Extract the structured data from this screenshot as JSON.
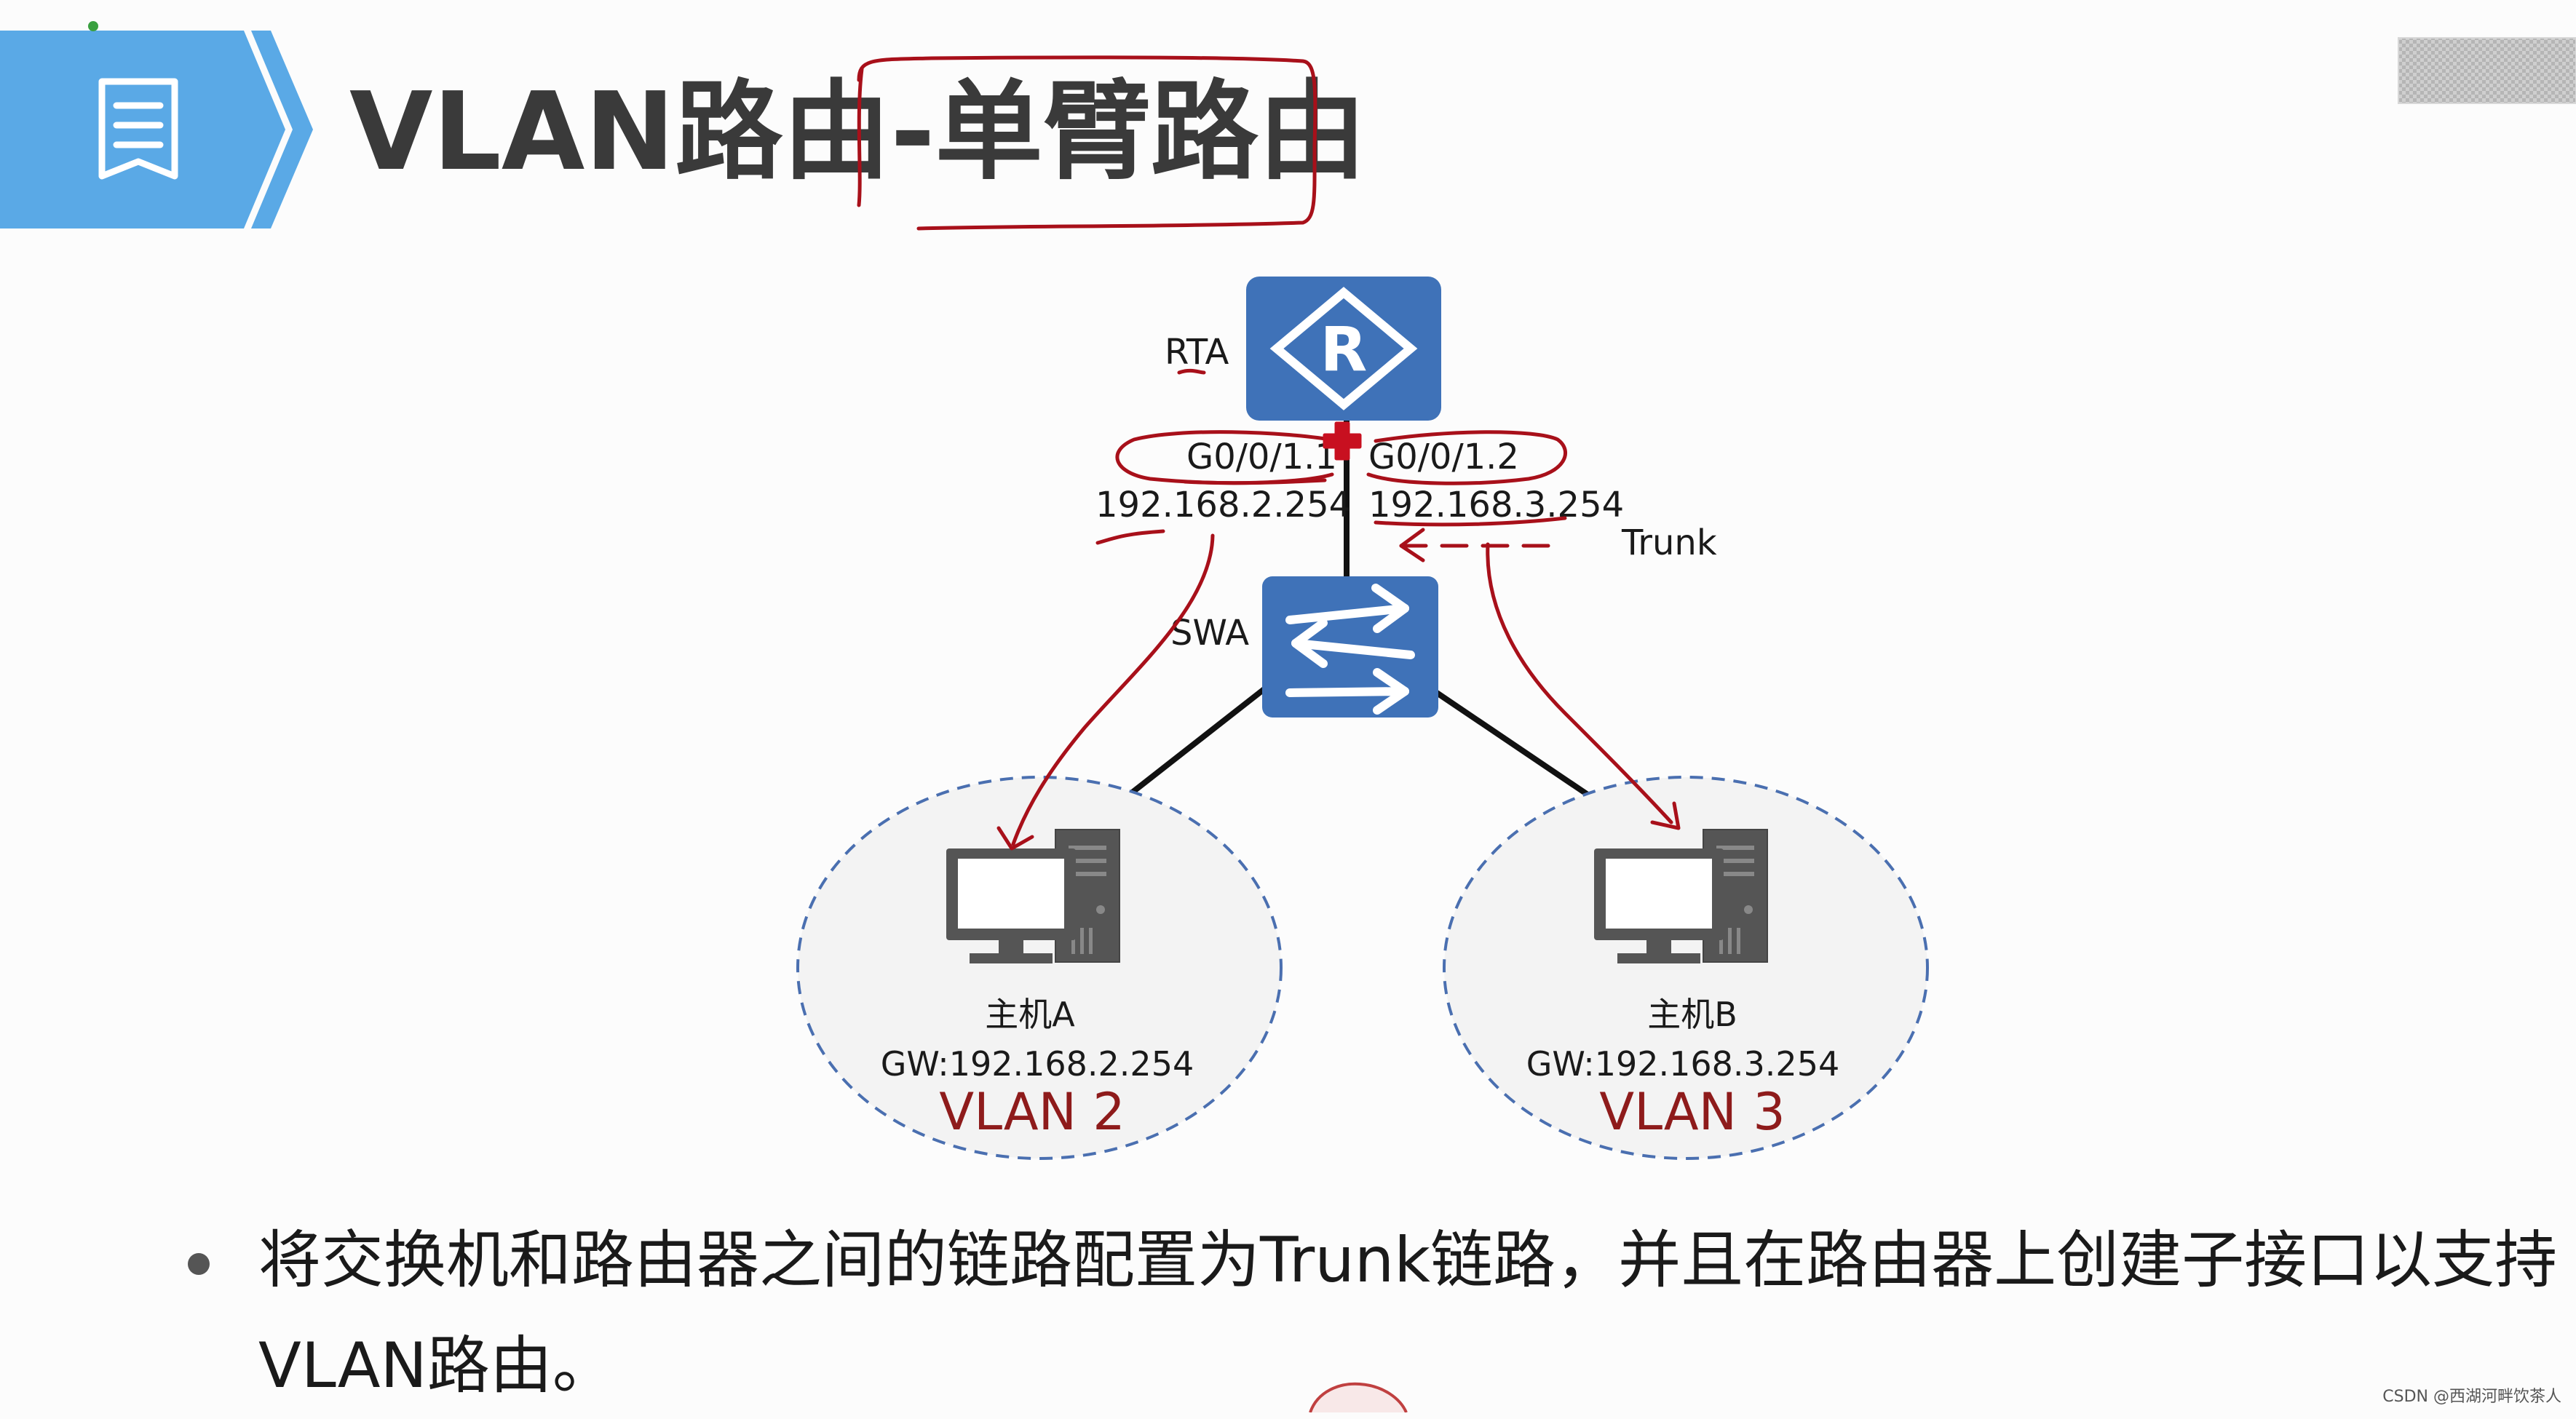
{
  "header": {
    "title_prefix": "VLAN路由",
    "title_hyphen": "-",
    "title_suffix": "单臂路由",
    "icon": "document-list-icon"
  },
  "diagram": {
    "router": {
      "label": "RTA",
      "glyph": "R"
    },
    "switch": {
      "label": "SWA"
    },
    "subif_left": {
      "name": "G0/0/1.1",
      "ip": "192.168.2.254"
    },
    "subif_right": {
      "name": "G0/0/1.2",
      "ip": "192.168.3.254"
    },
    "trunk_label": "Trunk",
    "host_a": {
      "name": "主机A",
      "gateway": "GW:192.168.2.254",
      "vlan": "VLAN 2"
    },
    "host_b": {
      "name": "主机B",
      "gateway": "GW:192.168.3.254",
      "vlan": "VLAN 3"
    }
  },
  "bullet": {
    "text": "将交换机和路由器之间的链路配置为Trunk链路，并且在路由器上创建子接口以支持VLAN路由。"
  },
  "watermark": "CSDN @西湖河畔饮茶人",
  "colors": {
    "accent_blue": "#3f72b8",
    "banner_blue": "#5aa9e6",
    "annotation_red": "#a8101a",
    "vlan_red": "#8e1b1b",
    "dash_blue": "#4a6fb0"
  }
}
